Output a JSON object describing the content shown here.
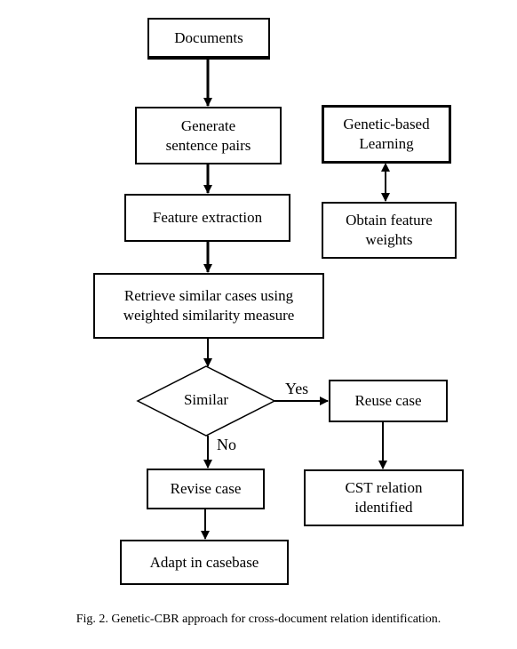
{
  "nodes": {
    "documents": "Documents",
    "generate": [
      "Generate",
      "sentence pairs"
    ],
    "feature_extraction": "Feature extraction",
    "genetic": [
      "Genetic-based",
      "Learning"
    ],
    "obtain": [
      "Obtain feature",
      "weights"
    ],
    "retrieve": [
      "Retrieve similar cases using",
      "weighted similarity measure"
    ],
    "similar": "Similar",
    "reuse": "Reuse case",
    "revise": "Revise case",
    "cst": [
      "CST relation",
      "identified"
    ],
    "adapt": "Adapt in casebase"
  },
  "edge_labels": {
    "yes": "Yes",
    "no": "No"
  },
  "caption": "Fig. 2. Genetic-CBR approach for cross-document relation identification."
}
